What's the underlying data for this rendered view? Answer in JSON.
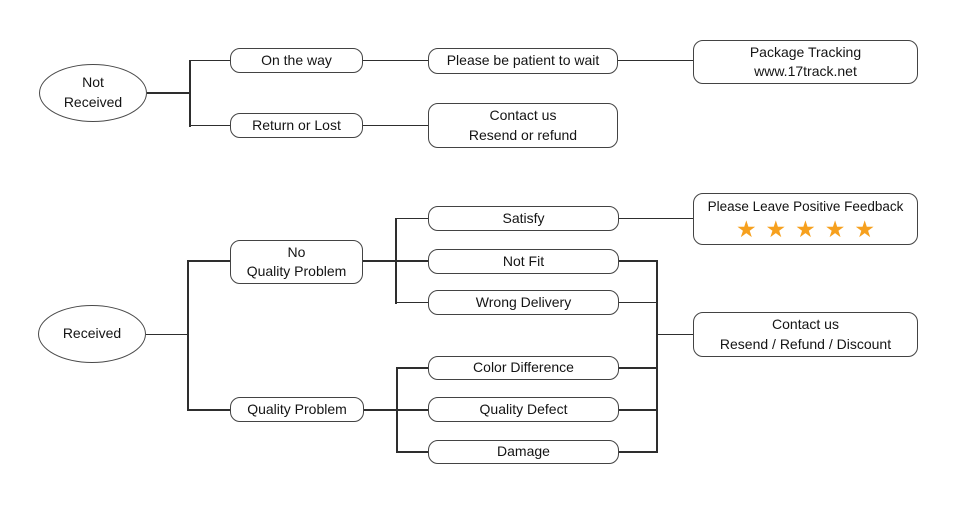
{
  "colors": {
    "star": "#F6A01E",
    "line": "#2e2e2e",
    "box_border": "#434343",
    "text": "#141414"
  },
  "flowchart": {
    "not_received": {
      "label": "Not\nReceived"
    },
    "on_the_way": {
      "label": "On the way"
    },
    "please_be_patient": {
      "label": "Please be patient to wait"
    },
    "package_tracking": {
      "label": "Package Tracking\nwww.17track.net"
    },
    "return_or_lost": {
      "label": "Return or Lost"
    },
    "contact_resend_refund": {
      "label": "Contact us\nResend or refund"
    },
    "received": {
      "label": "Received"
    },
    "no_quality_problem": {
      "label": "No\nQuality Problem"
    },
    "quality_problem": {
      "label": "Quality Problem"
    },
    "satisfy": {
      "label": "Satisfy"
    },
    "not_fit": {
      "label": "Not Fit"
    },
    "wrong_delivery": {
      "label": "Wrong Delivery"
    },
    "color_difference": {
      "label": "Color Difference"
    },
    "quality_defect": {
      "label": "Quality Defect"
    },
    "damage": {
      "label": "Damage"
    },
    "positive_feedback": {
      "label": "Please Leave Positive Feedback",
      "stars": "★★★★★",
      "star_count": 5
    },
    "contact_discount": {
      "label": "Contact us\nResend / Refund / Discount"
    }
  }
}
